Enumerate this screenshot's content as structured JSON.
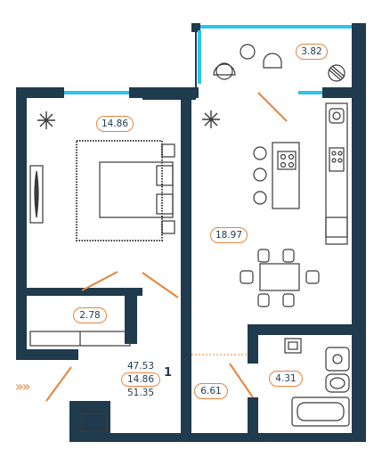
{
  "rooms": {
    "balcony_area": "3.82",
    "bedroom_area": "14.86",
    "living_kitchen_area": "18.97",
    "storage_area": "2.78",
    "hall_area": "6.61",
    "bathroom_area": "4.31"
  },
  "summary": {
    "total_area": "47.53",
    "living_area": "14.86",
    "total_with_balcony": "51.35",
    "room_count": "1"
  },
  "entrance_marker": "»»",
  "colors": {
    "wall": "#1f3b4d",
    "accent": "#e8833a",
    "window": "#2ec3e8",
    "furniture": "#3a3a3a"
  }
}
